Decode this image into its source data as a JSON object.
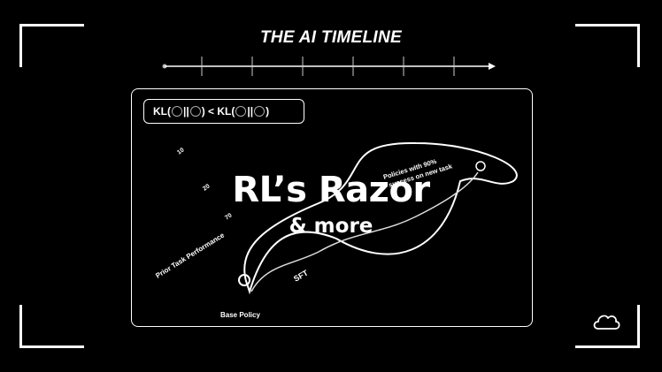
{
  "header": {
    "title": "THE AI TIMELINE"
  },
  "formula": {
    "prefix_1": "KL(",
    "middle_1": "||",
    "suffix_1": ") < KL(",
    "middle_2": "||",
    "suffix_2": ")"
  },
  "hero": {
    "title": "RL’s Razor",
    "subtitle": "& more"
  },
  "diagram": {
    "axis_label": "Prior Task Performance",
    "tick_labels": [
      "10",
      "20",
      "70"
    ],
    "base_label": "Base Policy",
    "sft_label": "SFT",
    "policies_label_line1": "Policies with 90%",
    "policies_label_line2": "success on new task"
  },
  "icons": {
    "cloud": "cloud-icon"
  }
}
